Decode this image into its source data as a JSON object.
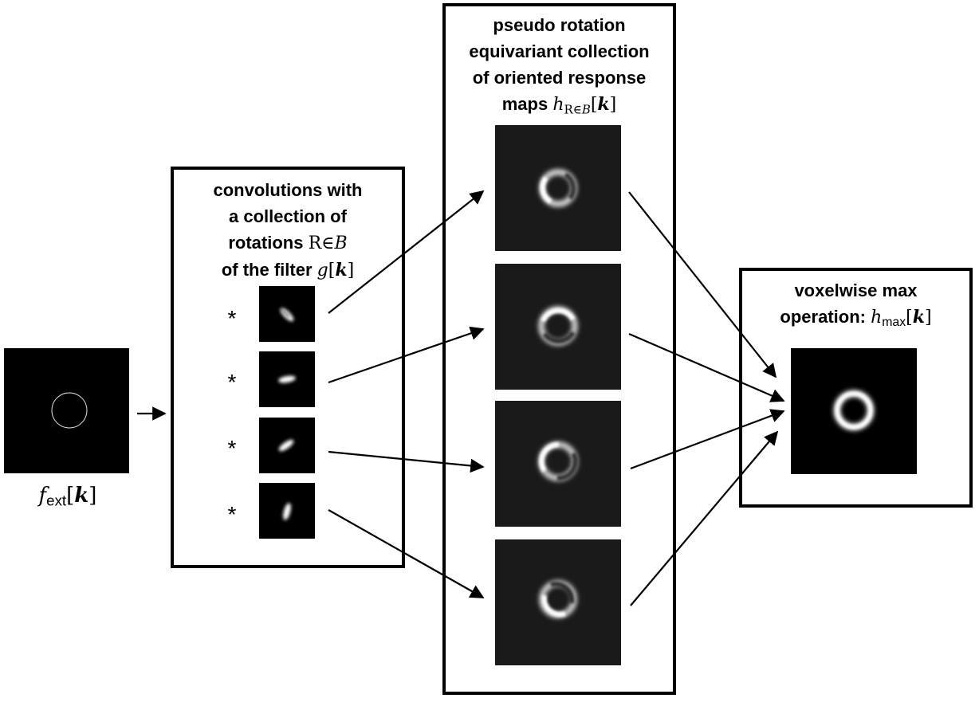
{
  "input": {
    "caption_f": "f",
    "caption_sub": "ext",
    "caption_open": "[",
    "caption_k": "k",
    "caption_close": "]"
  },
  "filter_box": {
    "line1": "convolutions with",
    "line2": "a collection of",
    "line3_text": "rotations ",
    "line3_R": "R",
    "line3_in": "∈",
    "line3_B": "B",
    "line4_text": "of the filter ",
    "line4_g": "g",
    "line4_open": "[",
    "line4_k": "k",
    "line4_close": "]",
    "star": "*"
  },
  "response_box": {
    "line1": "pseudo rotation",
    "line2": "equivariant collection",
    "line3": "of oriented response",
    "line4_text": "maps ",
    "line4_h": "h",
    "line4_sub_R": "R",
    "line4_sub_in": "∈",
    "line4_sub_B": "B",
    "line4_open": "[",
    "line4_k": "k",
    "line4_close": "]"
  },
  "max_box": {
    "line1": "voxelwise max",
    "line2_text": "operation: ",
    "line2_h": "h",
    "line2_sub": "max",
    "line2_open": "[",
    "line2_k": "k",
    "line2_close": "]"
  },
  "colors": {
    "background": "#ffffff",
    "panel": "#000000",
    "response_panel": "#1a1a1a",
    "stroke": "#000000",
    "highlight": "#ffffff"
  },
  "icons": {
    "arrow": "arrow-icon",
    "convolution": "asterisk-icon"
  }
}
